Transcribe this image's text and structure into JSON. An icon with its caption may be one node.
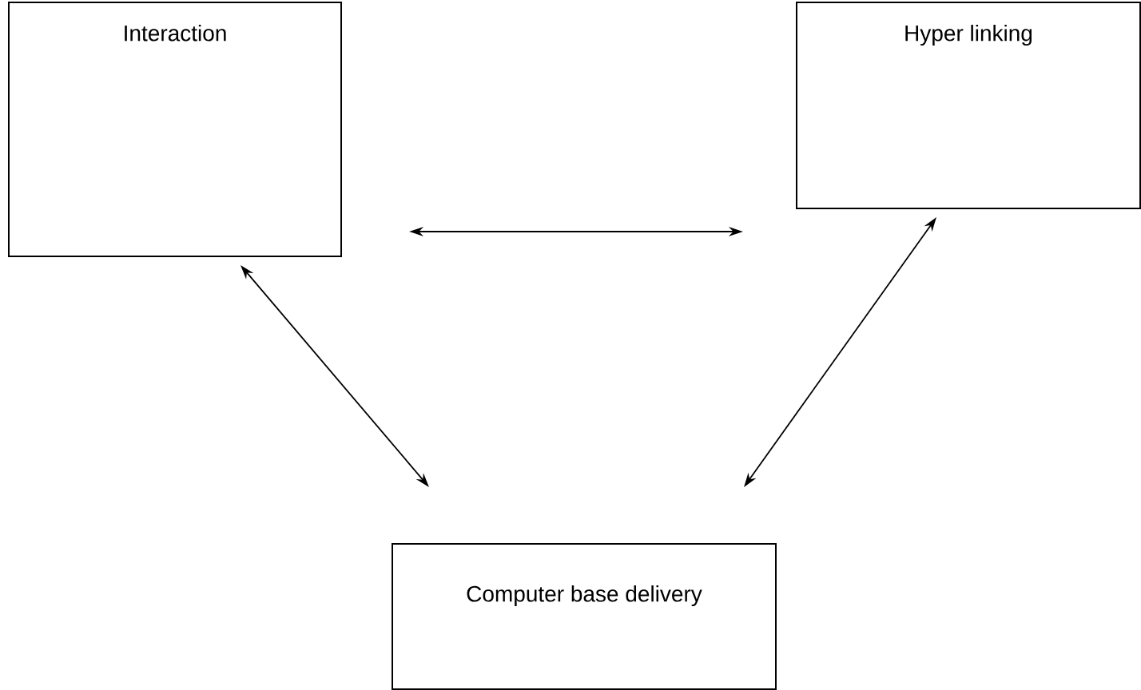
{
  "diagram": {
    "nodes": [
      {
        "text": [
          "Interaction"
        ]
      },
      {
        "text": [
          "Hyper linking"
        ]
      },
      {
        "text": [
          "Computer base delivery"
        ]
      }
    ],
    "edges": [
      {
        "from": 0,
        "to": 1,
        "arrow": "both"
      },
      {
        "from": 0,
        "to": 2,
        "arrow": "both"
      },
      {
        "from": 1,
        "to": 2,
        "arrow": "both"
      }
    ]
  }
}
